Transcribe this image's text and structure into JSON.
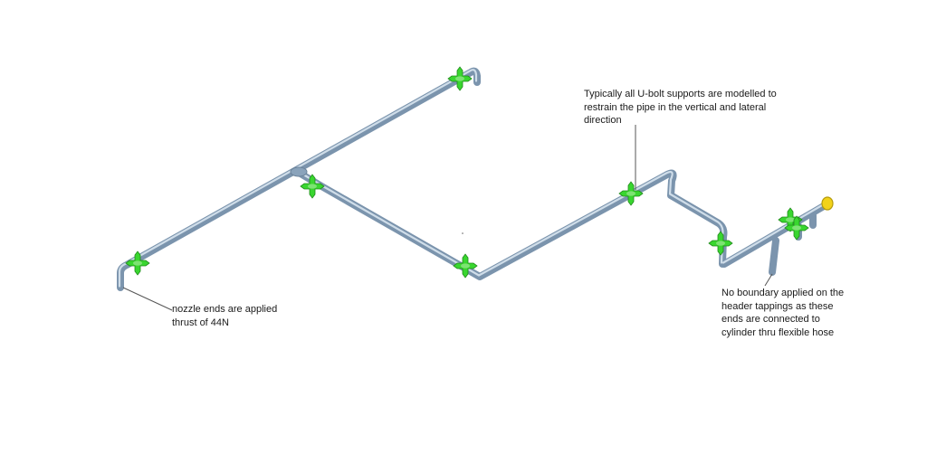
{
  "annotations": {
    "ubolt_note": "Typically all U-bolt supports are modelled to\nrestrain the pipe in the vertical and lateral\ndirection",
    "nozzle_note": "nozzle ends are applied\nthrust of 44N",
    "header_note": "No boundary applied on the\nheader tappings as these\nends are connected to\ncylinder thru flexible hose"
  },
  "colors": {
    "pipe": "#7b94ad",
    "pipe_highlight": "#cfdde9",
    "support": "#39d62f",
    "nozzle_flange": "#f2d21a",
    "leader": "#555555"
  },
  "supports": [
    "header-far-end",
    "header-near-nozzle",
    "tee-branch",
    "branch-low-bend",
    "riser",
    "offset-drop",
    "right-header-1",
    "right-header-2"
  ]
}
